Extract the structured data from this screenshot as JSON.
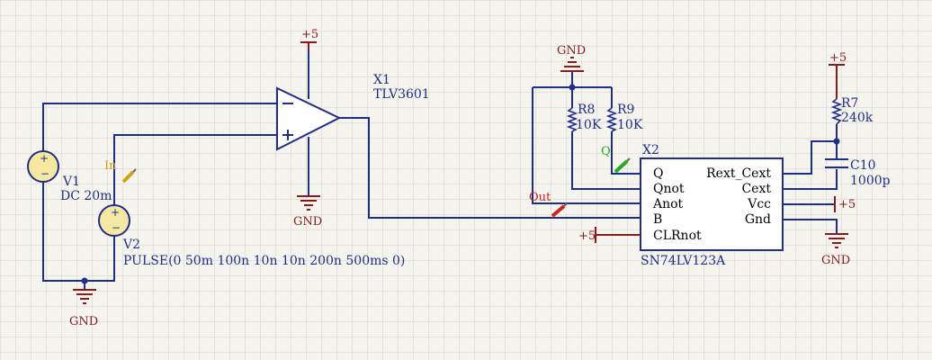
{
  "opamp": {
    "ref": "X1",
    "value": "TLV3601"
  },
  "source_v1": {
    "ref": "V1",
    "value": "DC 20m"
  },
  "source_v2": {
    "ref": "V2",
    "value": "PULSE(0 50m 100n 10n 10n 200n 500ms 0)"
  },
  "ic": {
    "ref": "X2",
    "value": "SN74LV123A",
    "pins_left": [
      "Q",
      "Qnot",
      "Anot",
      "B",
      "CLRnot"
    ],
    "pins_right": [
      "Rext_Cext",
      "Cext",
      "Vcc",
      "Gnd"
    ]
  },
  "r8": {
    "ref": "R8",
    "value": "10K"
  },
  "r9": {
    "ref": "R9",
    "value": "10K"
  },
  "r7": {
    "ref": "R7",
    "value": "240k"
  },
  "c10": {
    "ref": "C10",
    "value": "1000p"
  },
  "power": {
    "plus5": "+5",
    "gnd": "GND"
  },
  "probes": {
    "in": "In",
    "out": "Out",
    "q": "Q"
  },
  "colors": {
    "wire": "#1f2e8a",
    "pin": "#8b1a1a",
    "probe_in": "#d4a017",
    "probe_out": "#cc2222",
    "probe_q": "#22aa22"
  }
}
